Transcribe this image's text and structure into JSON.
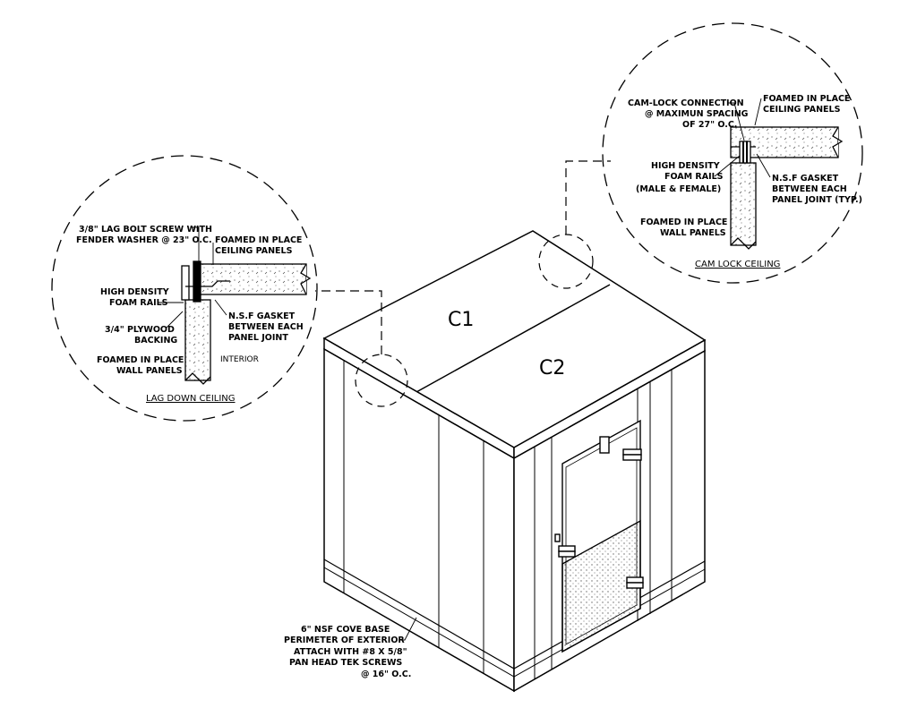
{
  "labels": {
    "c1": "C1",
    "c2": "C2"
  },
  "lag_detail": {
    "bolt_1": "3/8\" LAG BOLT SCREW WITH",
    "bolt_2": "FENDER WASHER @ 23\" O.C.",
    "ceiling_1": "FOAMED IN PLACE",
    "ceiling_2": "CEILING PANELS",
    "rails_1": "HIGH DENSITY",
    "rails_2": "FOAM RAILS",
    "ply_1": "3/4\" PLYWOOD",
    "ply_2": "BACKING",
    "gasket_1": "N.S.F GASKET",
    "gasket_2": "BETWEEN EACH",
    "gasket_3": "PANEL JOINT",
    "wall_1": "FOAMED IN PLACE",
    "wall_2": "WALL PANELS",
    "interior": "INTERIOR",
    "title": "LAG DOWN CEILING"
  },
  "cam_detail": {
    "cam_1": "CAM-LOCK CONNECTION",
    "cam_2": "@ MAXIMUN SPACING",
    "cam_3": "OF 27\" O.C.",
    "ceiling_1": "FOAMED IN PLACE",
    "ceiling_2": "CEILING PANELS",
    "rails_1": "HIGH DENSITY",
    "rails_2": "FOAM RAILS",
    "rails_3": "(MALE & FEMALE)",
    "gasket_1": "N.S.F GASKET",
    "gasket_2": "BETWEEN EACH",
    "gasket_3": "PANEL JOINT (TYP.)",
    "wall_1": "FOAMED IN PLACE",
    "wall_2": "WALL PANELS",
    "title": "CAM LOCK CEILING"
  },
  "cove_note": {
    "line_1": "6\" NSF COVE BASE",
    "line_2": "PERIMETER OF EXTERIOR",
    "line_3": "ATTACH WITH #8 X 5/8\"",
    "line_4": "PAN HEAD TEK SCREWS",
    "line_5": "@ 16\" O.C."
  }
}
